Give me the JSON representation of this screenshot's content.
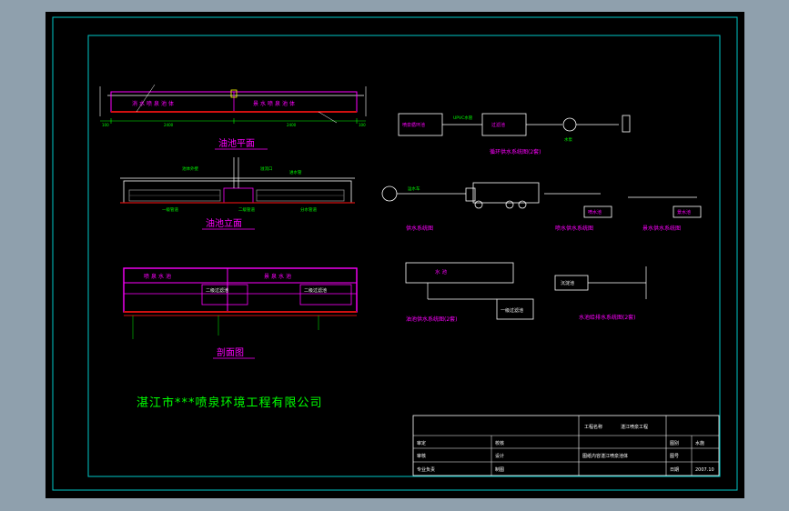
{
  "colors": {
    "background": "#000000",
    "frame": "#00c8c8",
    "linework": "#ffffff",
    "label": "#ff00ff",
    "note": "#00ff00",
    "accent": "#ffff00",
    "hatch": "#d01010",
    "water": "#3060ff",
    "app_chrome": "#8fa0ad"
  },
  "plan_view": {
    "title": "油池平面",
    "zone_left": "消水喷泉池体",
    "zone_right": "景水喷泉池体",
    "dim_a": "100",
    "dim_b": "2400",
    "dim_c": "2400",
    "dim_d": "100"
  },
  "elevation_view": {
    "title": "油池立面",
    "note_a": "池体外壁",
    "note_b": "溢流口",
    "note_c": "进水管",
    "note_d": "一级管道",
    "note_e": "二级管道",
    "note_f": "分水管道"
  },
  "section_view": {
    "title": "剖面图",
    "zone_upper_left": "喷泉水池",
    "zone_upper_right": "景泉水池",
    "zone_lower_left": "二级过滤池",
    "zone_lower_right": "二级过滤池"
  },
  "company_name": "湛江市***喷泉环境工程有限公司",
  "flow_diagrams": {
    "circulation": {
      "title": "循环供水系统图(2套)",
      "box_a": "喷泉循环池",
      "box_b": "过滤池",
      "pump": "水泵",
      "note": "UPVC水管"
    },
    "truck": {
      "title": "供水系统图",
      "note": "运水车"
    },
    "spray": {
      "title": "喷水供水系统图",
      "box": "喷水池"
    },
    "landscape": {
      "title": "景水供水系统图",
      "box": "景水池"
    },
    "oil_pool": {
      "title": "油池供水系统图(2套)",
      "box_a": "水池",
      "box_b": "一级过滤池"
    },
    "water_pool": {
      "title": "水池给排水系统图(2套)",
      "box": "沉淀池"
    }
  },
  "title_block": {
    "project_label": "工程名称",
    "project_value": "湛江喷泉工程",
    "drawing_label": "图纸内容",
    "drawing_value": "湛江喷泉池体",
    "roles": [
      "审定",
      "审核",
      "专业负责"
    ],
    "roles_right": [
      "校核",
      "设计",
      "制图"
    ],
    "meta_labels": [
      "图别",
      "图号",
      "日期"
    ],
    "meta_values": [
      "水施",
      "",
      "2007.10"
    ]
  }
}
